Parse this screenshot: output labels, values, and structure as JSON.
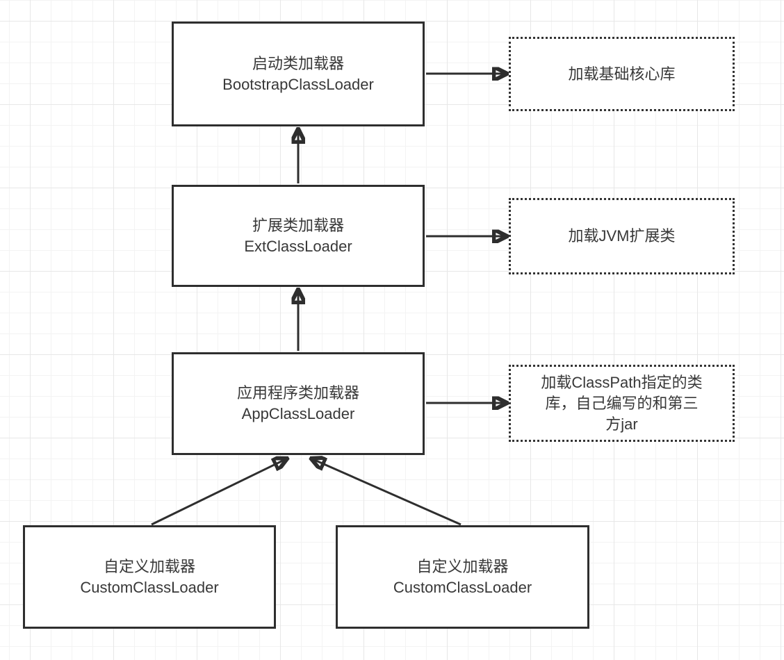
{
  "diagram": {
    "title_hint": "Java class loader hierarchy",
    "loader_boxes": [
      {
        "title": "启动类加载器",
        "subtitle": "BootstrapClassLoader"
      },
      {
        "title": "扩展类加载器",
        "subtitle": "ExtClassLoader"
      },
      {
        "title": "应用程序类加载器",
        "subtitle": "AppClassLoader"
      },
      {
        "title": "自定义加载器",
        "subtitle": "CustomClassLoader"
      },
      {
        "title": "自定义加载器",
        "subtitle": "CustomClassLoader"
      }
    ],
    "note_boxes": [
      {
        "text": "加载基础核心库",
        "lines": [
          "加载基础核心库"
        ]
      },
      {
        "text": "加载JVM扩展类",
        "lines": [
          "加载JVM扩展类"
        ]
      },
      {
        "text": "加载ClassPath指定的类库，自己编写的和第三方jar",
        "lines": [
          "加载ClassPath指定的类",
          "库，自己编写的和第三",
          "方jar"
        ]
      }
    ],
    "colors": {
      "line": "#2e2e2e",
      "text": "#383838",
      "grid_minor": "#f3f3f3",
      "grid_major": "#e7e7e7",
      "background": "#ffffff"
    }
  }
}
